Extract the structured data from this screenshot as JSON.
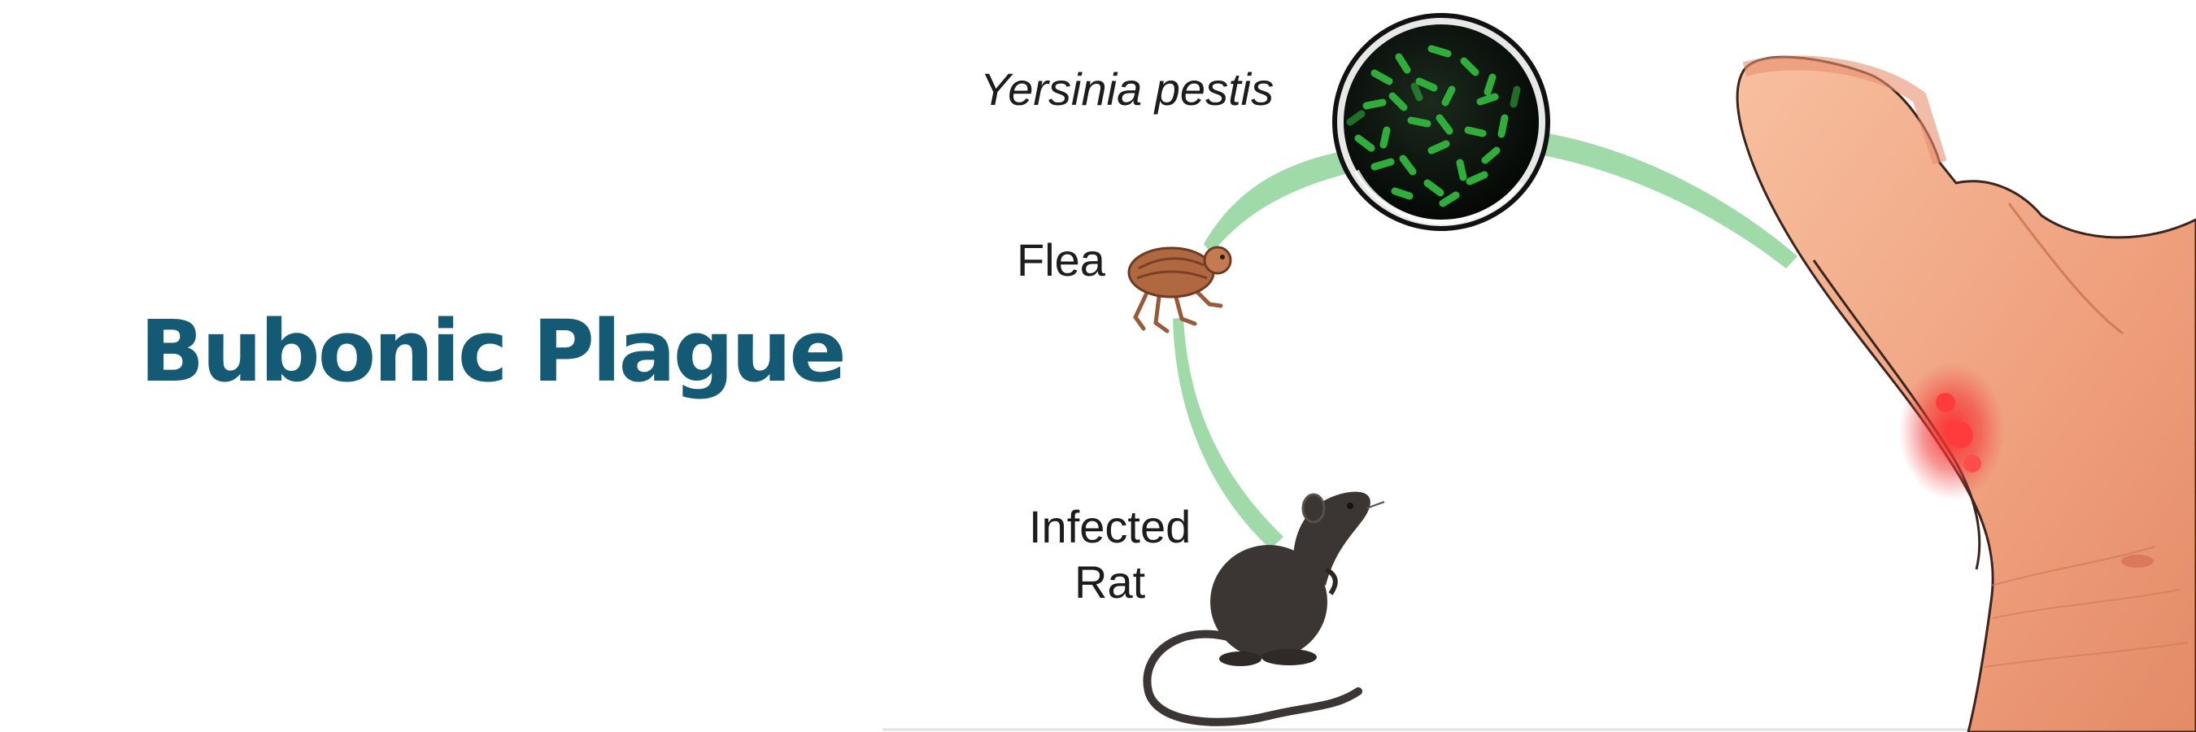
{
  "title": "Bubonic Plague",
  "labels": {
    "bacterium": "Yersinia pestis",
    "flea": "Flea",
    "rat_line1": "Infected",
    "rat_line2": "Rat"
  },
  "colors": {
    "title": "#145a75",
    "arrow": "#8fd49a",
    "bacteria": "#2fae3c",
    "rat": "#3b3634",
    "flea": "#9a5a3a",
    "skin": "#f0a584",
    "bubo": "#e8262e"
  }
}
